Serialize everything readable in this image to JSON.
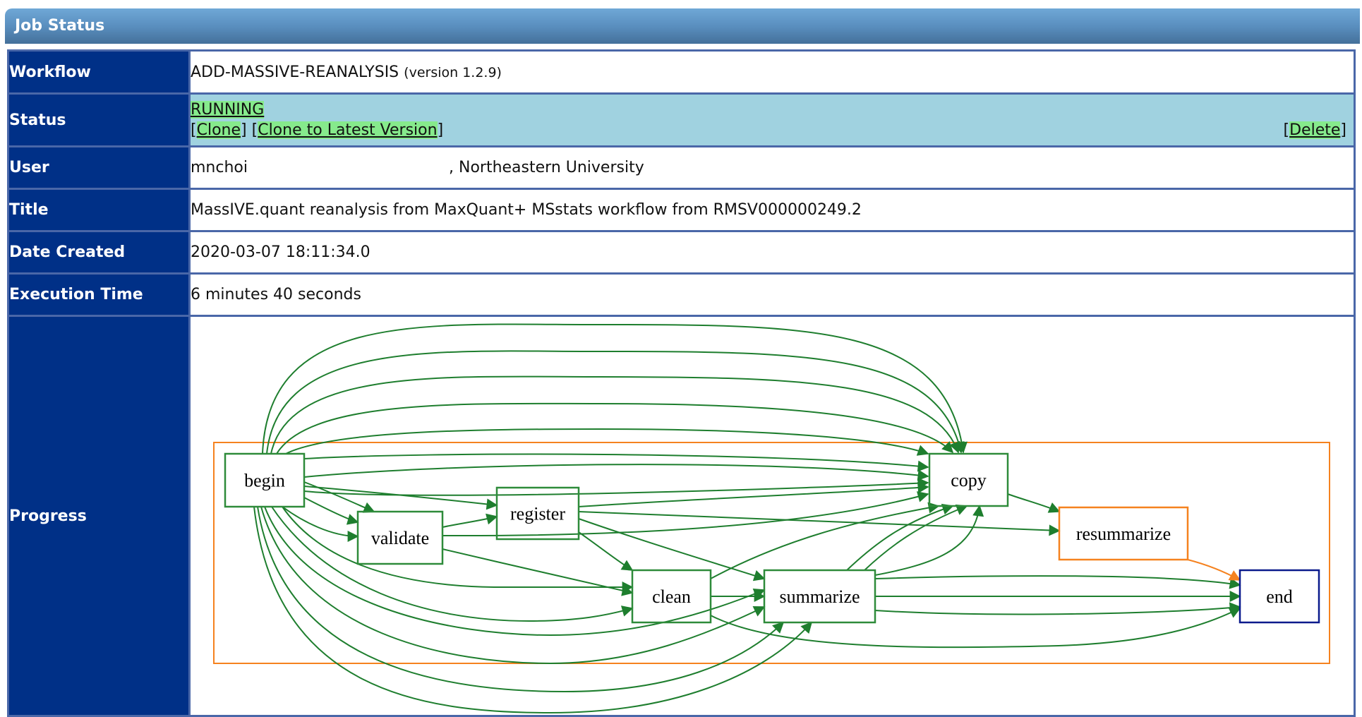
{
  "header": {
    "title": "Job Status"
  },
  "rows": {
    "workflow": {
      "label": "Workflow",
      "name": "ADD-MASSIVE-REANALYSIS",
      "version": "(version 1.2.9)"
    },
    "status": {
      "label": "Status",
      "value": "RUNNING",
      "actions": {
        "clone": "Clone",
        "clone_latest": "Clone to Latest Version",
        "delete": "Delete",
        "open_bracket": "[",
        "close_bracket": "]"
      }
    },
    "user": {
      "label": "User",
      "username": "mnchoi",
      "affiliation": ", Northeastern University"
    },
    "title": {
      "label": "Title",
      "value": "MassIVE.quant reanalysis from MaxQuant+ MSstats workflow from RMSV000000249.2"
    },
    "date_created": {
      "label": "Date Created",
      "value": "2020-03-07 18:11:34.0"
    },
    "execution_time": {
      "label": "Execution Time",
      "value": "6 minutes 40 seconds"
    },
    "progress": {
      "label": "Progress"
    }
  },
  "colors": {
    "label_bg": "#003087",
    "status_bg": "#a0d2e0",
    "link_highlight": "#86ea8c",
    "edge_done": "#1e7e2e",
    "edge_running": "#f5821f",
    "node_done": "#2e8b3a",
    "node_running": "#f5821f",
    "node_pending": "#0a1a8c",
    "cluster": "#f5821f"
  },
  "workflow_graph": {
    "nodes": [
      {
        "id": "begin",
        "label": "begin",
        "state": "done"
      },
      {
        "id": "validate",
        "label": "validate",
        "state": "done"
      },
      {
        "id": "register",
        "label": "register",
        "state": "done"
      },
      {
        "id": "clean",
        "label": "clean",
        "state": "done"
      },
      {
        "id": "summarize",
        "label": "summarize",
        "state": "done"
      },
      {
        "id": "copy",
        "label": "copy",
        "state": "done"
      },
      {
        "id": "resummarize",
        "label": "resummarize",
        "state": "running"
      },
      {
        "id": "end",
        "label": "end",
        "state": "pending"
      }
    ],
    "edges": [
      {
        "from": "begin",
        "to": "copy",
        "state": "done"
      },
      {
        "from": "begin",
        "to": "copy",
        "state": "done"
      },
      {
        "from": "begin",
        "to": "copy",
        "state": "done"
      },
      {
        "from": "begin",
        "to": "copy",
        "state": "done"
      },
      {
        "from": "begin",
        "to": "copy",
        "state": "done"
      },
      {
        "from": "begin",
        "to": "copy",
        "state": "done"
      },
      {
        "from": "begin",
        "to": "copy",
        "state": "done"
      },
      {
        "from": "begin",
        "to": "copy",
        "state": "done"
      },
      {
        "from": "begin",
        "to": "validate",
        "state": "done"
      },
      {
        "from": "begin",
        "to": "validate",
        "state": "done"
      },
      {
        "from": "begin",
        "to": "validate",
        "state": "done"
      },
      {
        "from": "begin",
        "to": "register",
        "state": "done"
      },
      {
        "from": "begin",
        "to": "clean",
        "state": "done"
      },
      {
        "from": "begin",
        "to": "clean",
        "state": "done"
      },
      {
        "from": "begin",
        "to": "summarize",
        "state": "done"
      },
      {
        "from": "begin",
        "to": "summarize",
        "state": "done"
      },
      {
        "from": "begin",
        "to": "summarize",
        "state": "done"
      },
      {
        "from": "begin",
        "to": "summarize",
        "state": "done"
      },
      {
        "from": "validate",
        "to": "register",
        "state": "done"
      },
      {
        "from": "validate",
        "to": "clean",
        "state": "done"
      },
      {
        "from": "validate",
        "to": "copy",
        "state": "done"
      },
      {
        "from": "register",
        "to": "copy",
        "state": "done"
      },
      {
        "from": "register",
        "to": "clean",
        "state": "done"
      },
      {
        "from": "register",
        "to": "summarize",
        "state": "done"
      },
      {
        "from": "register",
        "to": "resummarize",
        "state": "done"
      },
      {
        "from": "clean",
        "to": "summarize",
        "state": "done"
      },
      {
        "from": "clean",
        "to": "copy",
        "state": "done"
      },
      {
        "from": "clean",
        "to": "end",
        "state": "done"
      },
      {
        "from": "summarize",
        "to": "copy",
        "state": "done"
      },
      {
        "from": "summarize",
        "to": "copy",
        "state": "done"
      },
      {
        "from": "summarize",
        "to": "copy",
        "state": "done"
      },
      {
        "from": "summarize",
        "to": "end",
        "state": "done"
      },
      {
        "from": "summarize",
        "to": "end",
        "state": "done"
      },
      {
        "from": "summarize",
        "to": "end",
        "state": "done"
      },
      {
        "from": "copy",
        "to": "resummarize",
        "state": "done"
      },
      {
        "from": "resummarize",
        "to": "end",
        "state": "running"
      }
    ]
  }
}
